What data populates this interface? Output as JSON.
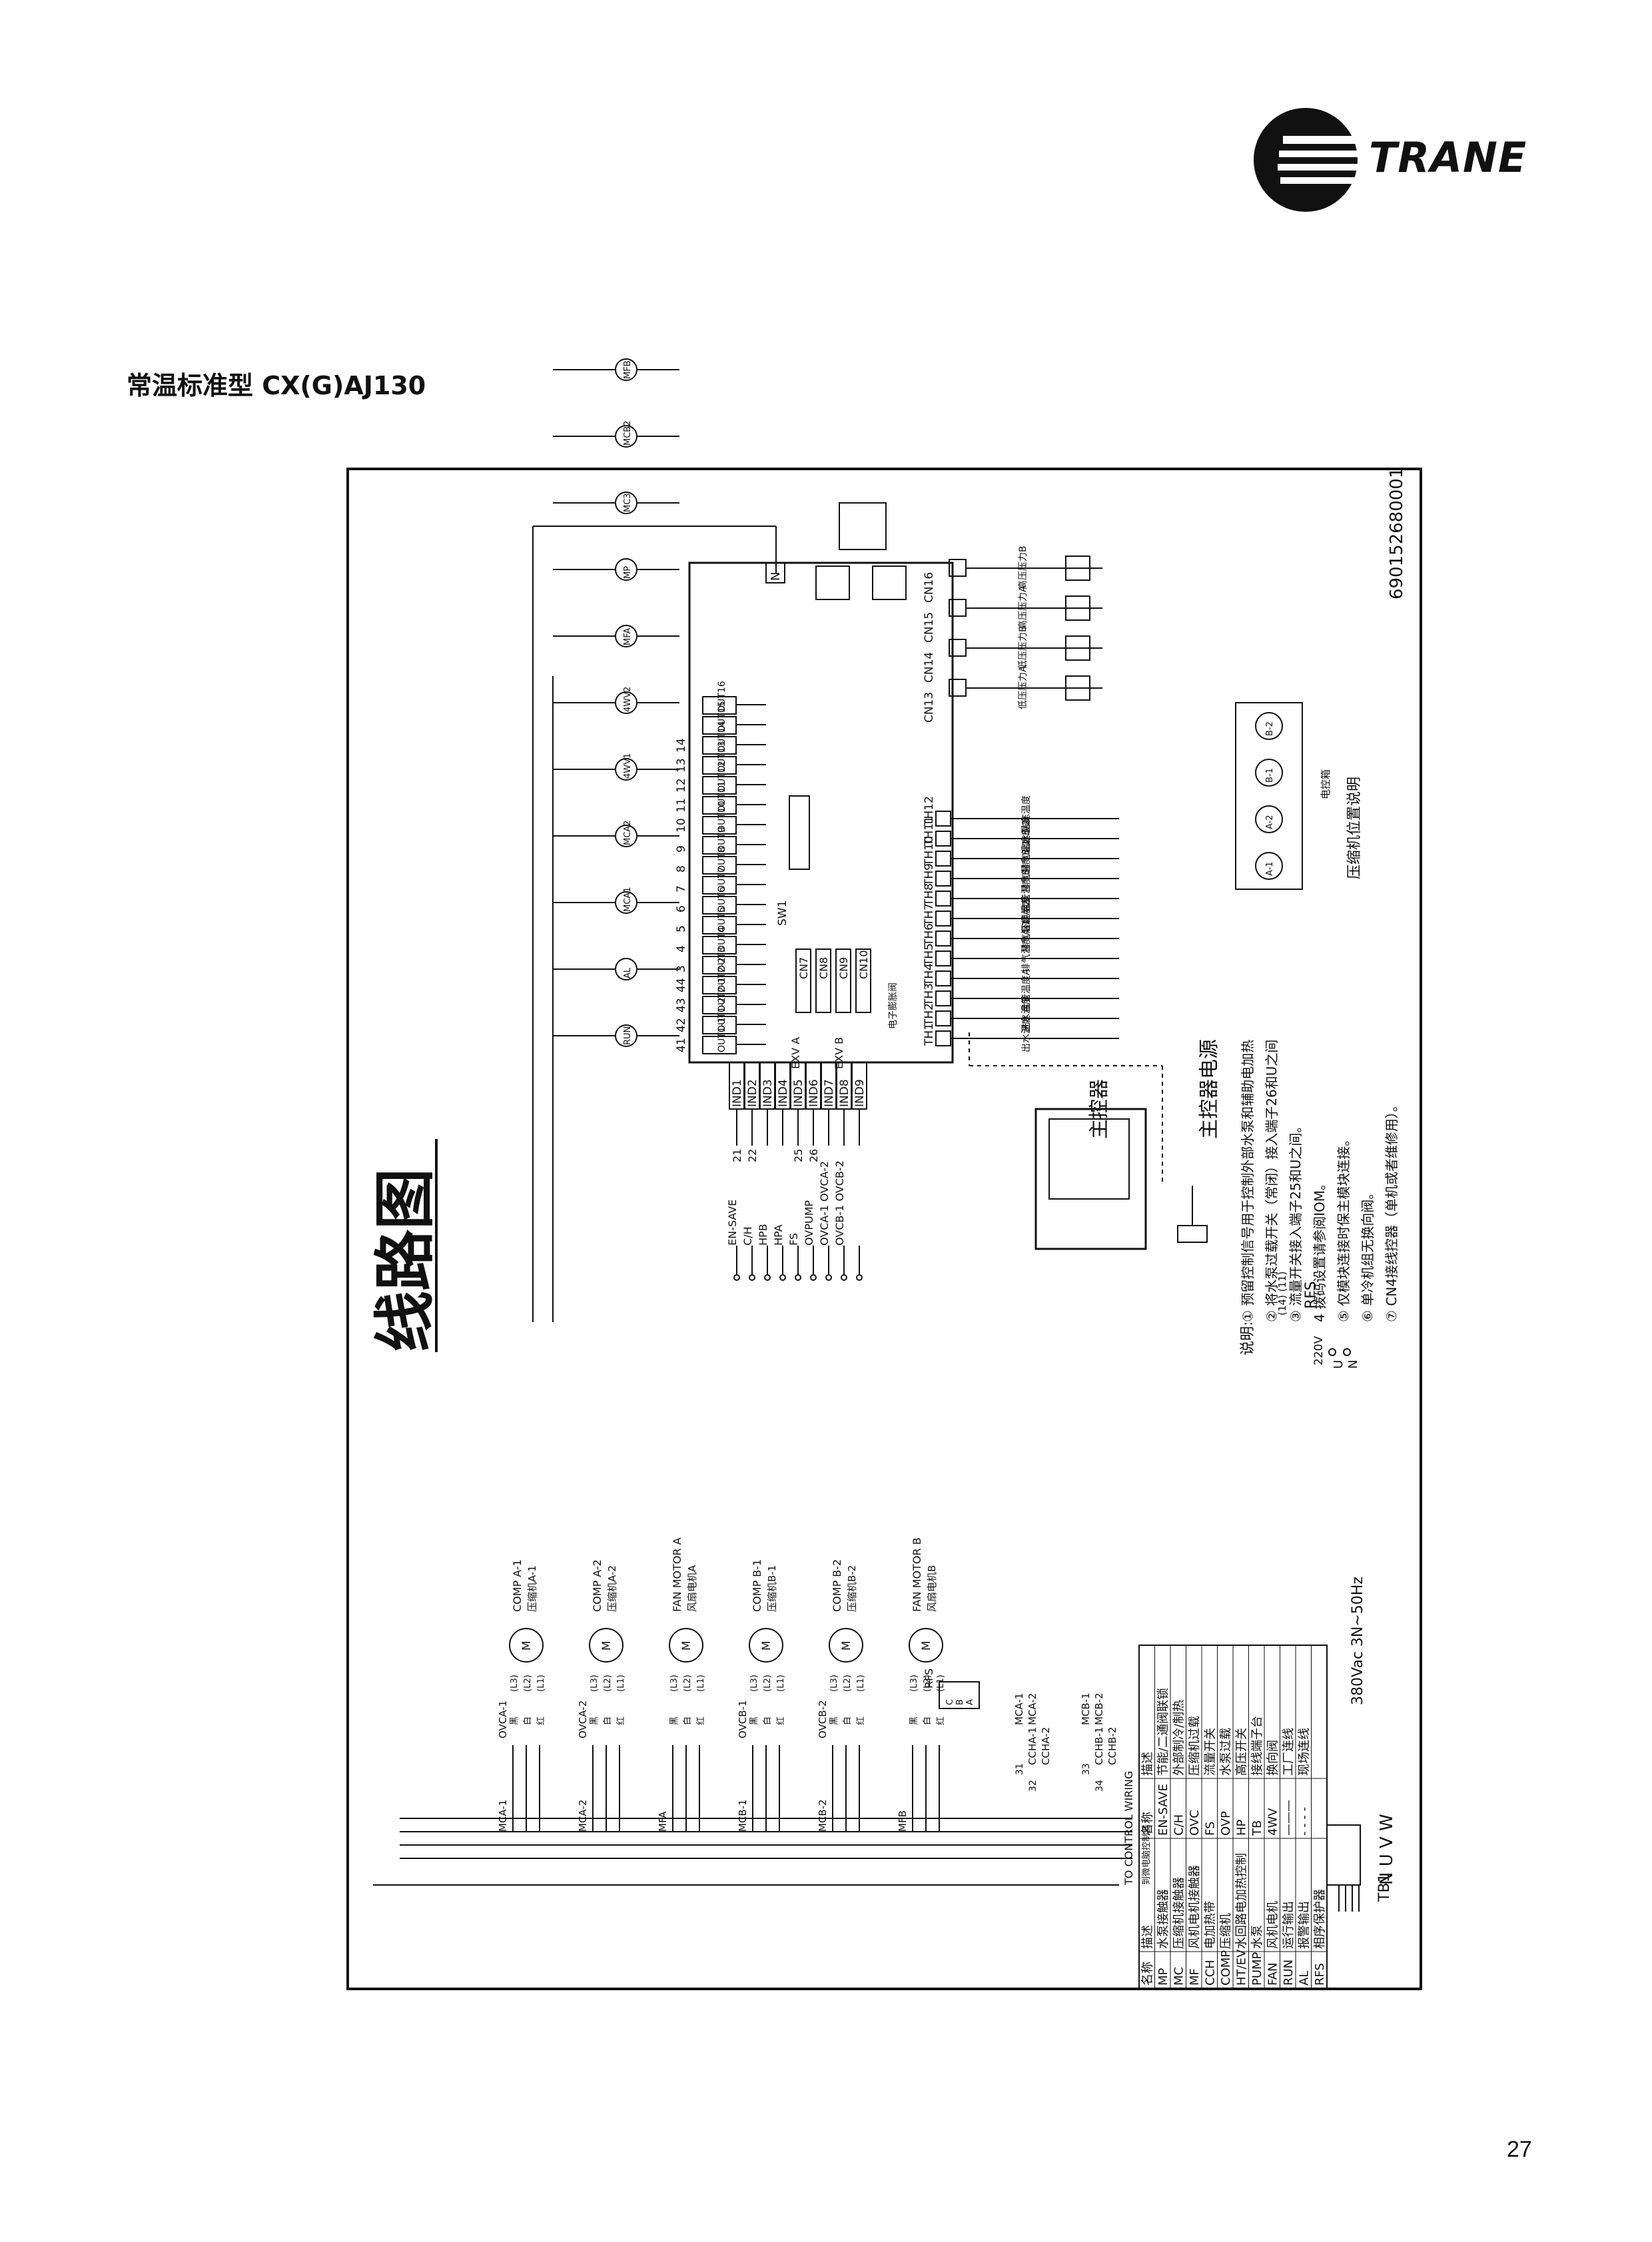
{
  "header": {
    "brand": "TRANE",
    "page_heading": "常温标准型 CX(G)AJ130"
  },
  "diagram": {
    "title": "线路图",
    "drawing_number": "690152680001",
    "supply_main": "380Vac 3N~50Hz",
    "supply_main_terminals": "N U V W",
    "terminal_block": "TB1",
    "supply_control": "220V",
    "supply_control_terminals": [
      "U",
      "N"
    ],
    "rfs_switch": {
      "label": "RFS",
      "pins": "(14) (11)"
    },
    "to_control_wiring": "TO CONTROL WIRING",
    "to_control_wiring_cn": "到微电脑控制器",
    "wire_colors": [
      "黑",
      "白",
      "红"
    ],
    "phase_labels": [
      "(L3)",
      "(L2)",
      "(L1)"
    ],
    "power_loads": [
      {
        "contactor": "MCA-1",
        "overload": "OVCA-1",
        "name": "COMP A-1",
        "name_cn": "压缩机A-1"
      },
      {
        "contactor": "MCA-2",
        "overload": "OVCA-2",
        "name": "COMP A-2",
        "name_cn": "压缩机A-2"
      },
      {
        "contactor": "MFA",
        "overload": "",
        "name": "FAN MOTOR A",
        "name_cn": "风扇电机A"
      },
      {
        "contactor": "MCB-1",
        "overload": "OVCB-1",
        "name": "COMP B-1",
        "name_cn": "压缩机B-1"
      },
      {
        "contactor": "MCB-2",
        "overload": "OVCB-2",
        "name": "COMP B-2",
        "name_cn": "压缩机B-2"
      },
      {
        "contactor": "MFB",
        "overload": "",
        "name": "FAN MOTOR B",
        "name_cn": "风扇电机B"
      }
    ],
    "rfs_relay": {
      "label": "RFS",
      "pins": [
        "C",
        "B",
        "A"
      ]
    },
    "heaters": [
      {
        "contact": "MCA-1",
        "contact2": "MCA-2",
        "heater1": "CCHA-1",
        "heater2": "CCHA-2",
        "n1": "31",
        "n2": "32"
      },
      {
        "contact": "MCB-1",
        "contact2": "MCB-2",
        "heater1": "CCHB-1",
        "heater2": "CCHB-2",
        "n1": "33",
        "n2": "34"
      }
    ],
    "inputs": [
      {
        "terminal": "IND1",
        "device": "EN-SAVE",
        "num": "21"
      },
      {
        "terminal": "IND2",
        "device": "C/H",
        "num": "22"
      },
      {
        "terminal": "IND3",
        "device": "HPB",
        "num": ""
      },
      {
        "terminal": "IND4",
        "device": "HPA",
        "num": ""
      },
      {
        "terminal": "IND5",
        "device": "FS",
        "num": "25"
      },
      {
        "terminal": "IND6",
        "device": "OVPUMP",
        "num": "26"
      },
      {
        "terminal": "IND7",
        "device": "OVCA-1 OVCA-2",
        "num": ""
      },
      {
        "terminal": "IND8",
        "device": "OVCB-1 OVCB-2",
        "num": ""
      },
      {
        "terminal": "IND9",
        "device": "",
        "num": ""
      }
    ],
    "outputs": [
      {
        "terminal": "OUT1-1",
        "num": "41"
      },
      {
        "terminal": "OUT1-2",
        "num": "42"
      },
      {
        "terminal": "OUT2-1",
        "num": "43"
      },
      {
        "terminal": "OUT2-2",
        "num": "44"
      },
      {
        "terminal": "OUT3",
        "num": "3"
      },
      {
        "terminal": "OUT4",
        "num": "4"
      },
      {
        "terminal": "OUT5",
        "num": "5"
      },
      {
        "terminal": "OUT6",
        "num": "6"
      },
      {
        "terminal": "OUT7",
        "num": "7"
      },
      {
        "terminal": "OUT8",
        "num": "8"
      },
      {
        "terminal": "OUT9",
        "num": "9"
      },
      {
        "terminal": "OUT10",
        "num": "10"
      },
      {
        "terminal": "OUT11",
        "num": "11"
      },
      {
        "terminal": "OUT12",
        "num": "12"
      },
      {
        "terminal": "OUT13",
        "num": "13"
      },
      {
        "terminal": "OUT14",
        "num": "14"
      },
      {
        "terminal": "OUT15",
        "num": ""
      },
      {
        "terminal": "OUT16",
        "num": ""
      }
    ],
    "coils": [
      "RUN",
      "AL",
      "MCA1",
      "MCA2",
      "4WV1",
      "4WV2",
      "MFA",
      "MP",
      "MC3",
      "MCB2",
      "MFB"
    ],
    "board_connectors": [
      "CN7",
      "CN8",
      "CN9",
      "CN10",
      "CN13",
      "CN14",
      "CN15",
      "CN16"
    ],
    "exv": [
      "EXV A",
      "EXV B"
    ],
    "exv_note": "电子膨胀阀",
    "dip_switch": "SW1",
    "sensors": [
      {
        "port": "TH1",
        "desc": "出水温度"
      },
      {
        "port": "TH2",
        "desc": "进水温度"
      },
      {
        "port": "TH3",
        "desc": "盘管温度A"
      },
      {
        "port": "TH4",
        "desc": ""
      },
      {
        "port": "TH5",
        "desc": "排气温度A-1"
      },
      {
        "port": "TH6",
        "desc": "排气温度A-2"
      },
      {
        "port": "TH7",
        "desc": "环境温度"
      },
      {
        "port": "TH8",
        "desc": "盘管温度B"
      },
      {
        "port": "TH9",
        "desc": "排气温度B-1"
      },
      {
        "port": "TH10",
        "desc": "排气温度B-2"
      },
      {
        "port": "TH11",
        "desc": "出水温度"
      },
      {
        "port": "TH12",
        "desc": "防冻温度"
      }
    ],
    "pressure_sensors": [
      {
        "port": "CN13",
        "desc": "低压压力A"
      },
      {
        "port": "CN14",
        "desc": "低压压力B"
      },
      {
        "port": "CN15",
        "desc": "高压压力A"
      },
      {
        "port": "CN16",
        "desc": "高压压力B"
      }
    ],
    "controller": "主控器",
    "controller_power": "主控器电源",
    "layout_title": "压缩机位置说明",
    "layout_box": "电控箱",
    "layout_compressors": [
      "A-1",
      "A-2",
      "B-1",
      "B-2"
    ],
    "notes_heading": "说明:",
    "notes": [
      "① 预留控制信号用于控制外部水泵和辅助电加热",
      "② 将水泵过载开关（常闭）接入端子26和U之间",
      "③ 流量开关接入端子25和U之间。",
      "4  拨码设置请参阅IOM。",
      "⑤ 仅模块连接时保主模块连接。",
      "⑥ 单冷机组无换向阀。",
      "⑦ CN4接线控器（单机或者维修用）。"
    ],
    "legend": {
      "headers": [
        "名称",
        "描述",
        "名称",
        "描述"
      ],
      "rows": [
        [
          "MP",
          "水泵接触器",
          "EN-SAVE",
          "节能/二通阀联锁"
        ],
        [
          "MC",
          "压缩机接触器",
          "C/H",
          "外部制冷/制热"
        ],
        [
          "MF",
          "风机电机接触器",
          "OVC",
          "压缩机过载"
        ],
        [
          "CCH",
          "电加热带",
          "FS",
          "流量开关"
        ],
        [
          "COMP",
          "压缩机",
          "OVP",
          "水泵过载"
        ],
        [
          "HT/EV",
          "水回路电加热控制",
          "HP",
          "高压开关"
        ],
        [
          "PUMP",
          "水泵",
          "TB",
          "接线端子台"
        ],
        [
          "FAN",
          "风机电机",
          "4WV",
          "换向阀"
        ],
        [
          "RUN",
          "运行输出",
          "———",
          "工厂连线"
        ],
        [
          "AL",
          "报警输出",
          "- - - -",
          "现场连线"
        ],
        [
          "RFS",
          "相序保护器",
          "",
          ""
        ]
      ]
    }
  },
  "footer": {
    "page_number": "27"
  }
}
